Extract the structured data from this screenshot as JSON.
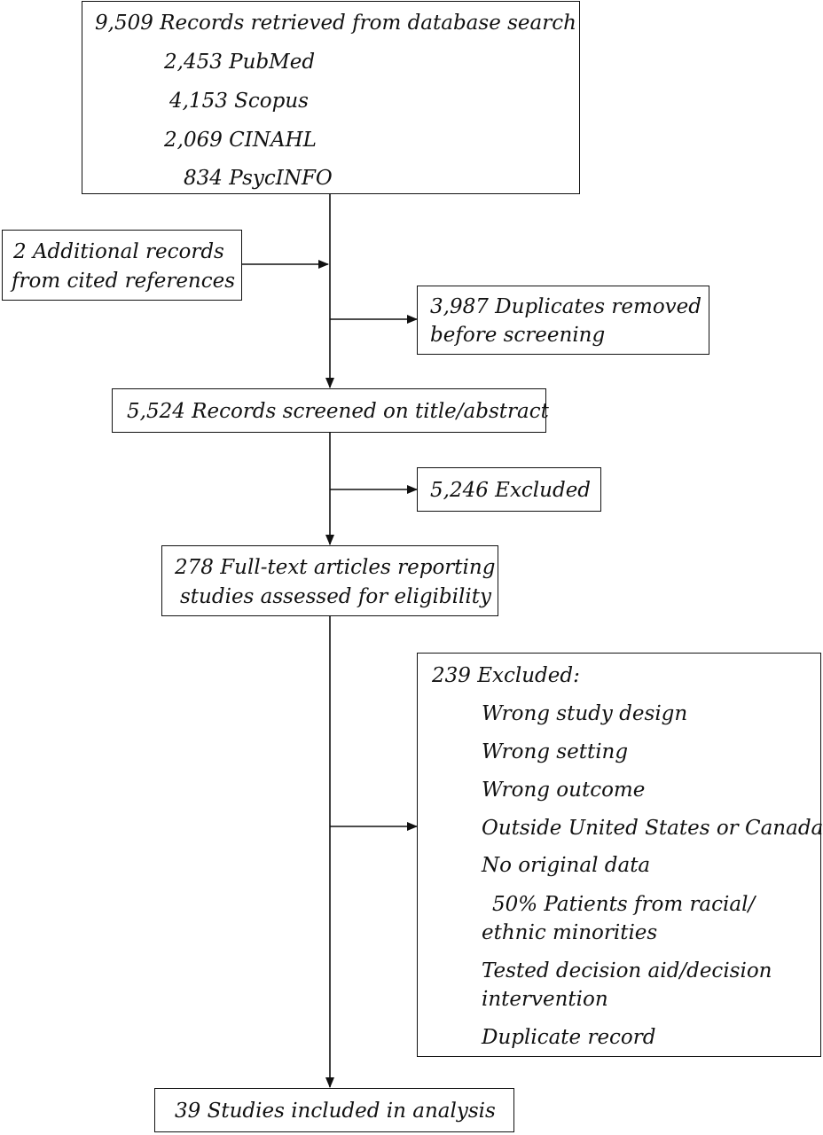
{
  "search": {
    "title": "9,509 Records retrieved from database search",
    "sources": [
      "2,453 PubMed",
      "4,153 Scopus",
      "2,069 CINAHL",
      "834 PsycINFO"
    ]
  },
  "additional": {
    "line1": "2 Additional records",
    "line2": "from cited references"
  },
  "duplicates": {
    "line1": "3,987 Duplicates removed",
    "line2": "before screening"
  },
  "screened": {
    "label": "5,524 Records screened on title/abstract"
  },
  "excluded_screen": {
    "label": "5,246 Excluded"
  },
  "fulltext": {
    "line1": "278 Full-text articles reporting",
    "line2": "studies assessed for eligibility"
  },
  "excluded_fulltext": {
    "title": "239 Excluded:",
    "reasons": [
      "Wrong study design",
      "Wrong setting",
      "Wrong outcome",
      "Outside United States or Canada",
      "No original data",
      "50% Patients from racial/",
      "ethnic minorities",
      "Tested decision aid/decision",
      "intervention",
      "Duplicate record"
    ]
  },
  "included": {
    "label": "39 Studies included in analysis"
  }
}
